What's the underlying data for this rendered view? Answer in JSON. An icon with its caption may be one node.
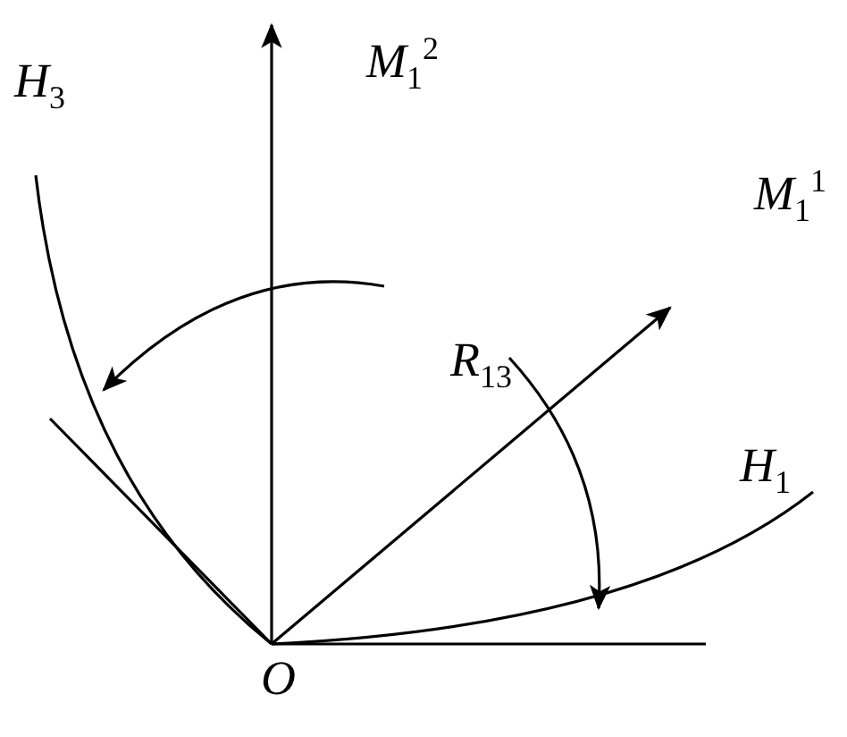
{
  "diagram": {
    "labels": [
      "H$_{3}$",
      "M$_{1}$$^{2}$",
      "M$_{1}$$^{1}$",
      "R$_{13}$",
      "H$_{1}$",
      "O"
    ]
  }
}
